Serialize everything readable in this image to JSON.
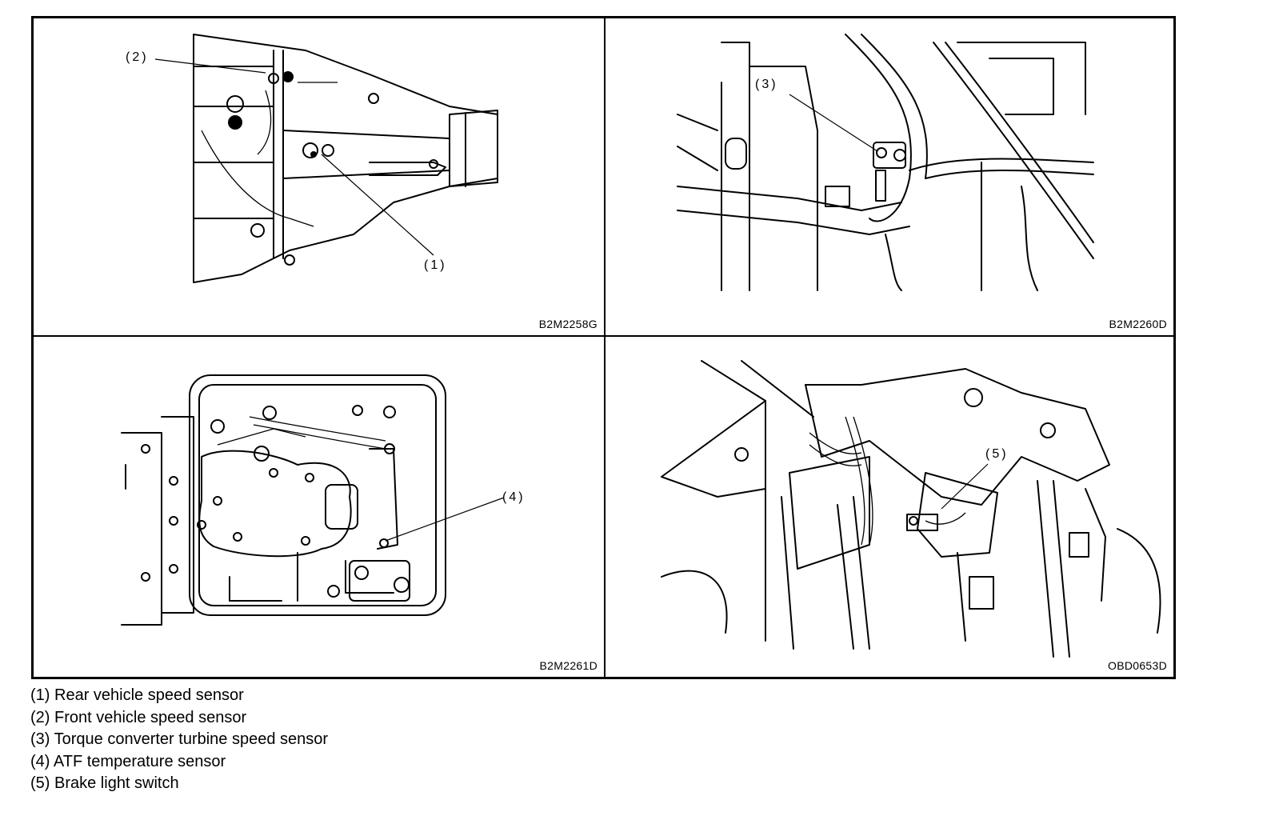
{
  "figures": [
    {
      "code": "B2M2258G",
      "callouts": [
        "(2)",
        "(1)"
      ]
    },
    {
      "code": "B2M2260D",
      "callouts": [
        "(3)"
      ]
    },
    {
      "code": "B2M2261D",
      "callouts": [
        "(4)"
      ]
    },
    {
      "code": "OBD0653D",
      "callouts": [
        "(5)"
      ]
    }
  ],
  "legend": [
    "(1) Rear vehicle speed sensor",
    "(2) Front vehicle speed sensor",
    "(3) Torque converter turbine speed sensor",
    "(4) ATF temperature sensor",
    "(5) Brake light switch"
  ]
}
